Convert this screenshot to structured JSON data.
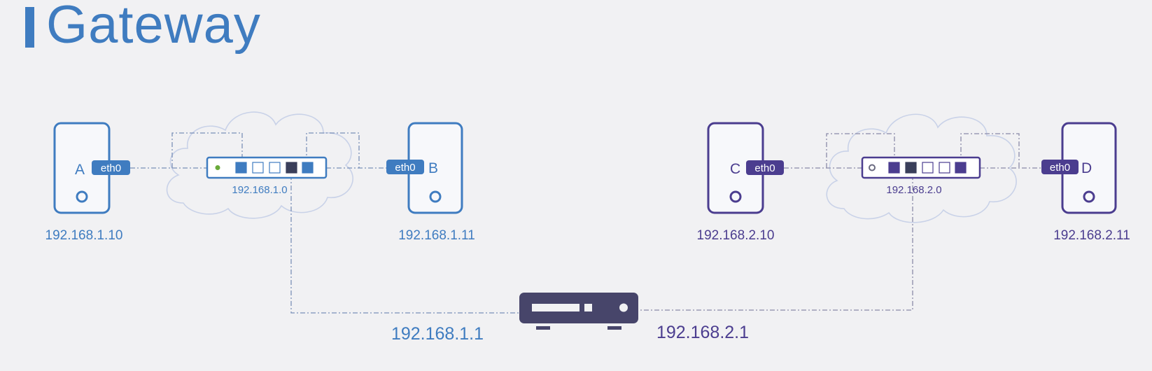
{
  "title": "Gateway",
  "colors": {
    "left_network": "#3f7cc0",
    "right_network": "#4b3d8f",
    "router": "#47456a",
    "cloud_stroke": "#c9d2e8",
    "background": "#f1f1f3"
  },
  "left_network": {
    "address": "192.168.1.0",
    "hosts": [
      {
        "name": "A",
        "interface": "eth0",
        "ip": "192.168.1.10"
      },
      {
        "name": "B",
        "interface": "eth0",
        "ip": "192.168.1.11"
      }
    ],
    "gateway_ip": "192.168.1.1"
  },
  "right_network": {
    "address": "192.168.2.0",
    "hosts": [
      {
        "name": "C",
        "interface": "eth0",
        "ip": "192.168.2.10"
      },
      {
        "name": "D",
        "interface": "eth0",
        "ip": "192.168.2.11"
      }
    ],
    "gateway_ip": "192.168.2.1"
  },
  "icons": {
    "server": "server-icon",
    "switch": "switch-icon",
    "router": "router-icon",
    "cloud": "cloud-icon"
  }
}
